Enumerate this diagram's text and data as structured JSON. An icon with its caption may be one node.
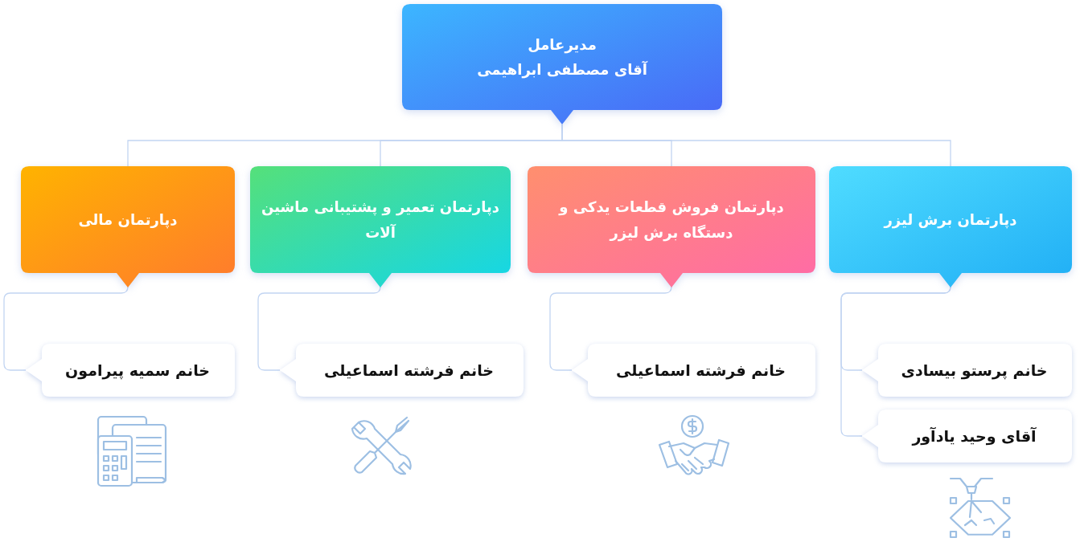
{
  "diagram": {
    "nodes": [
      {
        "text": [
          "مدیرعامل",
          "آقای مصطفی ابراهیمی"
        ]
      },
      {
        "text": [
          "دپارتمان مالی"
        ]
      },
      {
        "text": [
          "دپارتمان تعمیر و پشتیبانی ماشین آلات"
        ]
      },
      {
        "text": [
          "دپارتمان فروش قطعات یدکی و دستگاه برش لیزر"
        ]
      },
      {
        "text": [
          "دپارتمان برش لیزر"
        ]
      },
      {
        "text": [
          "خانم سمیه پیرامون"
        ]
      },
      {
        "text": [
          "خانم فرشته اسماعیلی"
        ]
      },
      {
        "text": [
          "خانم فرشته اسماعیلی"
        ]
      },
      {
        "text": [
          "خانم پرستو بیسادی"
        ]
      },
      {
        "text": [
          "آقای وحید یادآور"
        ]
      }
    ],
    "edges": [
      {
        "from": 0,
        "to": 1,
        "arrow": "none"
      },
      {
        "from": 0,
        "to": 2,
        "arrow": "none"
      },
      {
        "from": 0,
        "to": 3,
        "arrow": "none"
      },
      {
        "from": 0,
        "to": 4,
        "arrow": "none"
      },
      {
        "from": 1,
        "to": 5,
        "arrow": "none"
      },
      {
        "from": 2,
        "to": 6,
        "arrow": "none"
      },
      {
        "from": 3,
        "to": 7,
        "arrow": "none"
      },
      {
        "from": 4,
        "to": 8,
        "arrow": "none"
      },
      {
        "from": 4,
        "to": 9,
        "arrow": "none"
      }
    ]
  }
}
